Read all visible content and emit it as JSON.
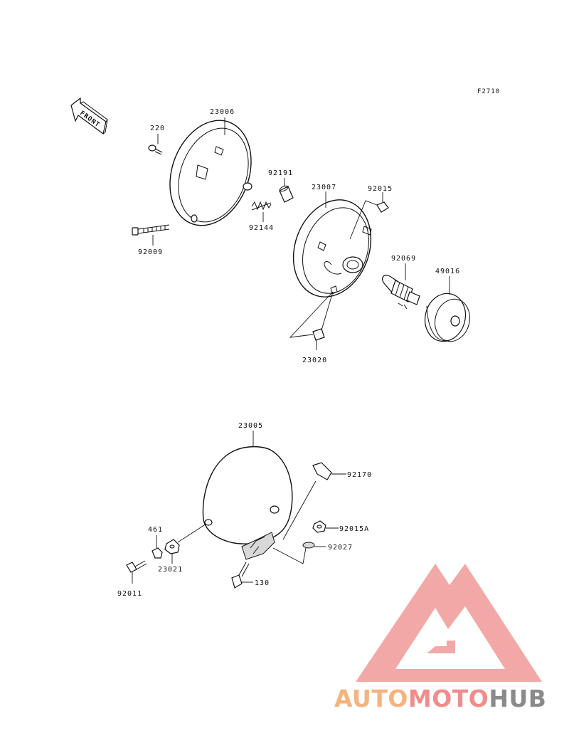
{
  "diagram": {
    "figure_code": "F2710",
    "front_label": "FRONT",
    "parts": {
      "p23006": "23006",
      "p220": "220",
      "p92191": "92191",
      "p92144": "92144",
      "p92009": "92009",
      "p23007": "23007",
      "p92015": "92015",
      "p92069": "92069",
      "p49016": "49016",
      "p23020": "23020",
      "p23005": "23005",
      "p92170": "92170",
      "p92015A": "92015A",
      "p92027": "92027",
      "p461": "461",
      "p23021": "23021",
      "p92011": "92011",
      "p130": "130"
    }
  },
  "watermark": {
    "part1": "AUTO",
    "part2": "MOTO",
    "part3": "HUB",
    "colors": {
      "part1": "#f5b37e",
      "part2": "#f28c8c",
      "part3": "#8a8a8a",
      "triangle": "#f29a9a"
    }
  }
}
